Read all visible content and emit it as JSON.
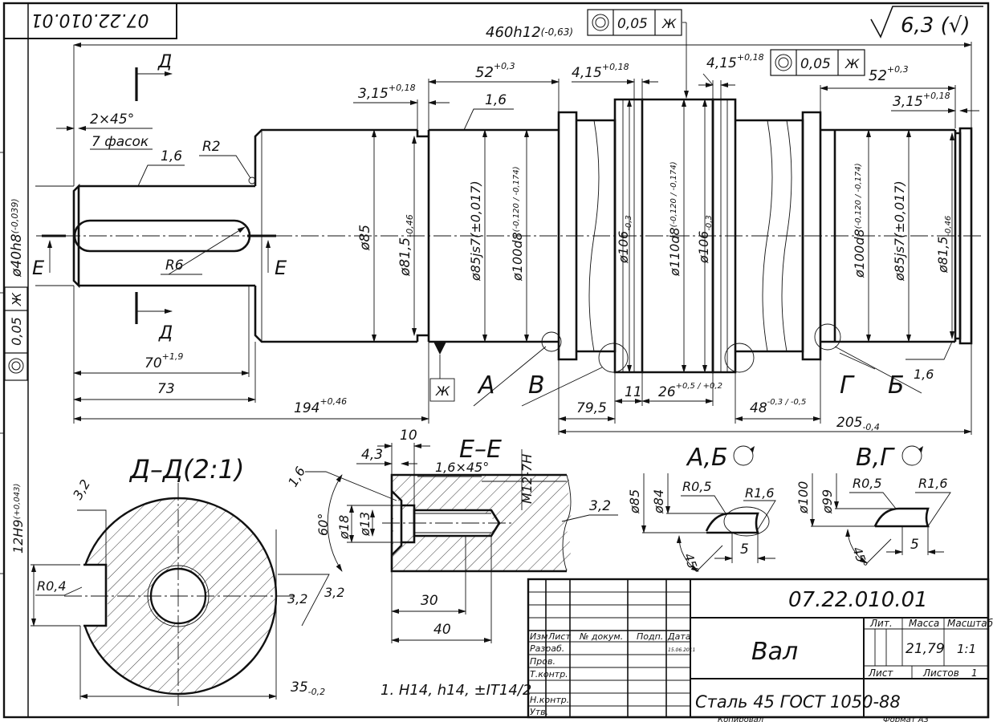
{
  "stamp": {
    "designation": "07.22.010.01",
    "name": "Вал",
    "material": "Сталь 45 ГОСТ 1050-88",
    "mass": "21,79",
    "scale": "1:1",
    "col_izm": "Изм",
    "col_list": "Лист",
    "col_doc": "№ докум.",
    "col_sign": "Подп.",
    "col_date": "Дата",
    "row_dev": "Разраб.",
    "row_check": "Пров.",
    "row_tcontr": "Т.контр.",
    "row_ncontr": "Н.контр.",
    "row_appr": "Утв.",
    "lit": "Лит.",
    "mass_label": "Масса",
    "scale_label": "Масштаб",
    "sheet_label": "Лист",
    "sheets_label": "Листов",
    "sheets_count": "1",
    "date_small": "15.06.2011",
    "copied": "Копировал",
    "format": "Формат   А3"
  },
  "corner_code": "07.22.010.01",
  "roughness": "6,3 (√)",
  "note": "1. H14, h14, ±IT14/2",
  "sections": {
    "dd": "Д–Д(2:1)",
    "ee": "Е–Е",
    "ab": "А,Б",
    "vg": "В,Г",
    "letter_d": "Д",
    "letter_e": "Е",
    "letter_a": "А",
    "letter_b": "Б",
    "letter_v": "В",
    "letter_g": "Г",
    "letter_zh": "Ж"
  },
  "tolerances": {
    "runout_value": "0,05",
    "runout_base": "Ж"
  },
  "dims": {
    "total_len": "460h12",
    "total_tol": "(-0,63)",
    "len52_left": "52",
    "len52_right": "52",
    "tol_03": "+0,3",
    "len415_a": "4,15",
    "len415_b": "4,15",
    "tol_018": "+0,18",
    "len315_a": "3,15",
    "len315_b": "3,15",
    "chamfer": "2×45°",
    "chamfer_note": "7 фасок",
    "r2": "R2",
    "r6": "R6",
    "rough16": "1,6",
    "d40": "ø40h8",
    "d40_tol": "(-0,039)",
    "d85": "ø85",
    "d815": "ø81,5",
    "d815_tol": "-0,46",
    "d85js7": "ø85js7(±0,017)",
    "d100d8": "ø100d8",
    "d100_tol": "(-0,120 / -0,174)",
    "d106": "ø106",
    "d106_tol": "-0,3",
    "d110d8": "ø110d8",
    "d110_tol": "(-0,120 / -0,174)",
    "len70": "70",
    "len70_tol": "+1,9",
    "len73": "73",
    "len194": "194",
    "len194_tol": "+0,46",
    "len795": "79,5",
    "len11": "11",
    "len26": "26",
    "len26_tol": "+0,5 / +0,2",
    "len48": "48",
    "len48_tol": "-0,3 / -0,5",
    "len205": "205",
    "len205_tol": "-0,4",
    "len10": "10",
    "len43": "4,3",
    "ch16": "1,6×45°",
    "thread": "M12-7H",
    "rough32": "3,2",
    "angle60": "60°",
    "d18": "ø18",
    "d13": "ø13",
    "len30": "30",
    "len40": "40",
    "slot12": "12H9",
    "slot12_tol": "(+0,043)",
    "r04": "R0,4",
    "len35": "35",
    "len35_tol": "-0,2",
    "d84": "ø84",
    "d99": "ø99",
    "d100": "ø100",
    "r05": "R0,5",
    "r16": "R1,6",
    "ang45": "45°",
    "len5": "5"
  }
}
